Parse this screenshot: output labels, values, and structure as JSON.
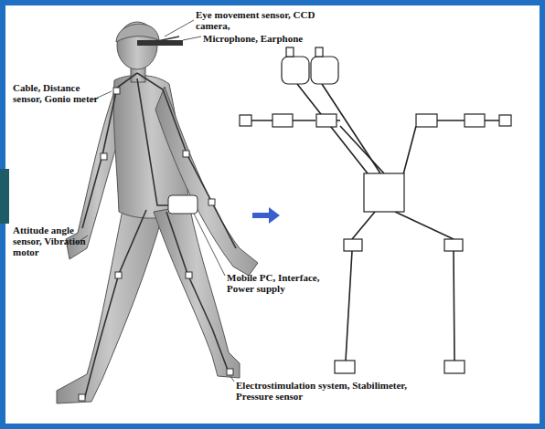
{
  "diagram": {
    "labels": [
      "Eye movement sensor, CCD camera,",
      "Microphone, Earphone",
      "Cable, Distance sensor, Gonio meter",
      "Attitude angle sensor, Vibration motor",
      "Mobile PC, Interface, Power supply",
      "Electrostimulation system, Stabilimeter, Pressure sensor"
    ]
  }
}
